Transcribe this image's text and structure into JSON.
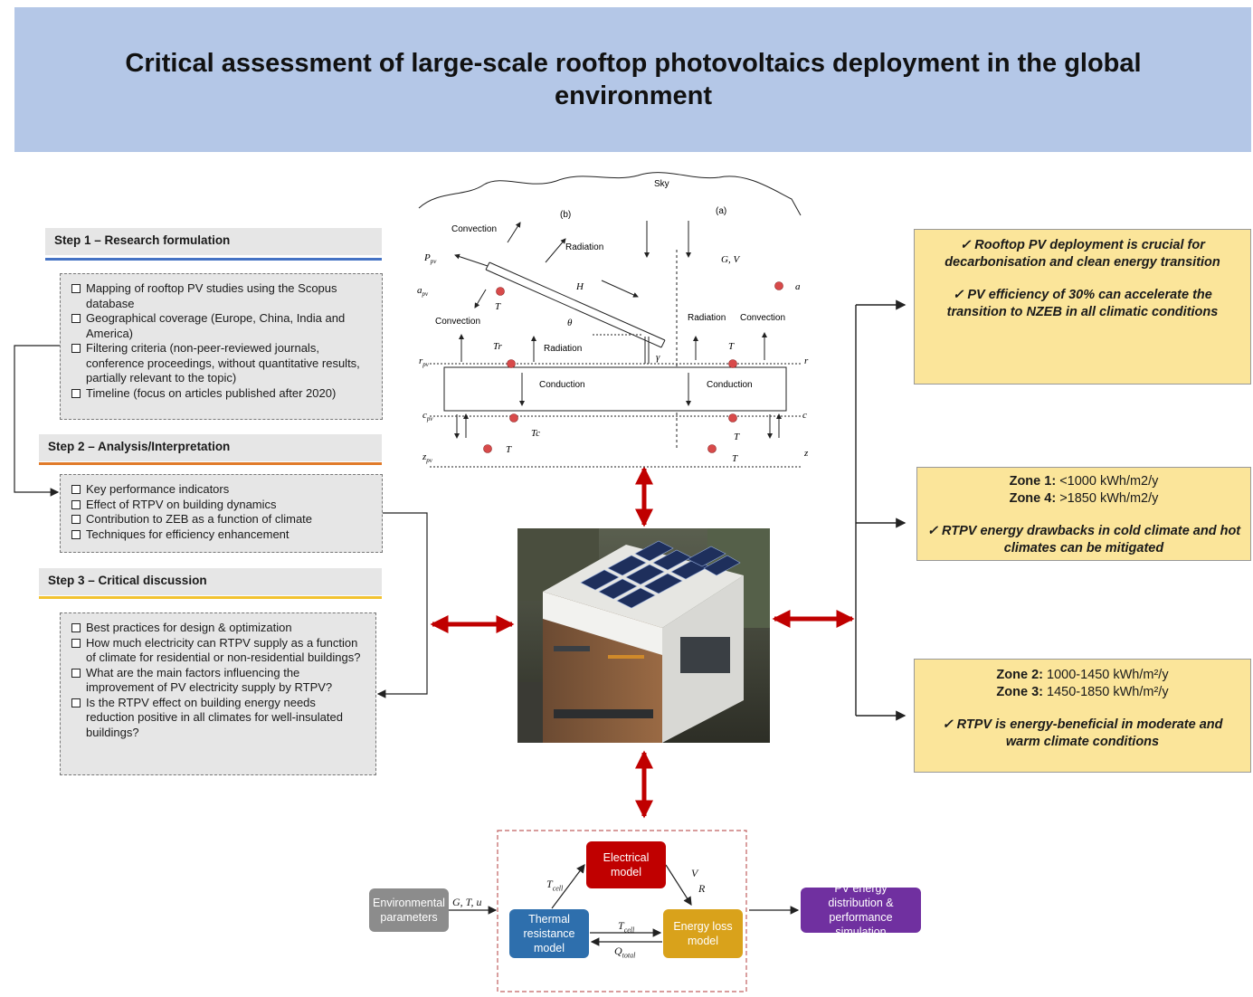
{
  "title": "Critical assessment of large-scale rooftop photovoltaics deployment in the global environment",
  "steps": [
    {
      "header": "Step 1 – Research formulation",
      "line_color": "#4472c4",
      "items": [
        "Mapping of rooftop PV studies using the Scopus database",
        "Geographical coverage (Europe, China, India and America)",
        "Filtering criteria (non-peer-reviewed journals, conference proceedings, without quantitative results, partially relevant to the topic)",
        "Timeline (focus on articles published after 2020)"
      ]
    },
    {
      "header": "Step 2 – Analysis/Interpretation",
      "line_color": "#e07a2a",
      "items": [
        "Key performance indicators",
        "Effect of RTPV on building dynamics",
        "Contribution to ZEB as a function of climate",
        "Techniques for efficiency enhancement"
      ]
    },
    {
      "header": "Step 3 – Critical discussion",
      "line_color": "#f2c230",
      "items": [
        "Best practices for design & optimization",
        "How much electricity can RTPV supply as a function of climate for residential or non-residential buildings?",
        "What are the main factors influencing the improvement of PV electricity supply by RTPV?",
        "Is the RTPV effect on building energy needs reduction positive in all climates for well-insulated buildings?"
      ]
    }
  ],
  "results": {
    "box1": {
      "line1": "✓  Rooftop PV deployment is crucial for decarbonisation and clean energy transition",
      "line2": "✓  PV efficiency of 30% can accelerate the transition to NZEB in all climatic conditions"
    },
    "box2": {
      "zone_a_label": "Zone 1:",
      "zone_a_value": "<1000 kWh/m2/y",
      "zone_b_label": "Zone 4:",
      "zone_b_value": ">1850 kWh/m2/y",
      "note": "✓  RTPV energy drawbacks in cold climate and hot climates can be mitigated"
    },
    "box3": {
      "zone_a_label": "Zone 2:",
      "zone_a_value": "1000-1450 kWh/m²/y",
      "zone_b_label": "Zone 3:",
      "zone_b_value": "1450-1850 kWh/m²/y",
      "note": "✓  RTPV is energy-beneficial in moderate and warm climate conditions"
    }
  },
  "schematic": {
    "sky": "Sky",
    "label_a": "(a)",
    "label_b": "(b)",
    "convection": "Convection",
    "radiation": "Radiation",
    "conduction": "Conduction",
    "H": "H",
    "theta": "θ",
    "gamma": "γ",
    "p_pv": "P",
    "a_pv": "a",
    "r_pv": "r",
    "c_pv": "c",
    "z_pv": "z",
    "sub_pv": "pv",
    "a": "a",
    "r": "r",
    "c": "c",
    "z": "z",
    "weather": "G",
    "weather_rest": ", V",
    "Ta_pv": "T",
    "Tr_pv": "Tr",
    "Tc_pv": "Tc",
    "Tz_pv": "T",
    "Tr": "T",
    "Tc": "T",
    "Tz": "T"
  },
  "model": {
    "env_params": "Environmental parameters",
    "env_vars": "G, T, u",
    "electrical": "Electrical model",
    "thermal": "Thermal resistance model",
    "energy_loss": "Energy loss model",
    "output": "PV energy distribution & performance simulation",
    "t_cell": "T",
    "cell_sub": "cell",
    "q_total": "Q",
    "total_sub": "total",
    "electric_vars_1": "V",
    "electric_vars_2": "R",
    "colors": {
      "env": "#8c8c8c",
      "electrical": "#c00000",
      "thermal": "#2e6fad",
      "energy_loss": "#d9a21b",
      "output": "#7030a0",
      "arrows": "#c00000"
    }
  }
}
